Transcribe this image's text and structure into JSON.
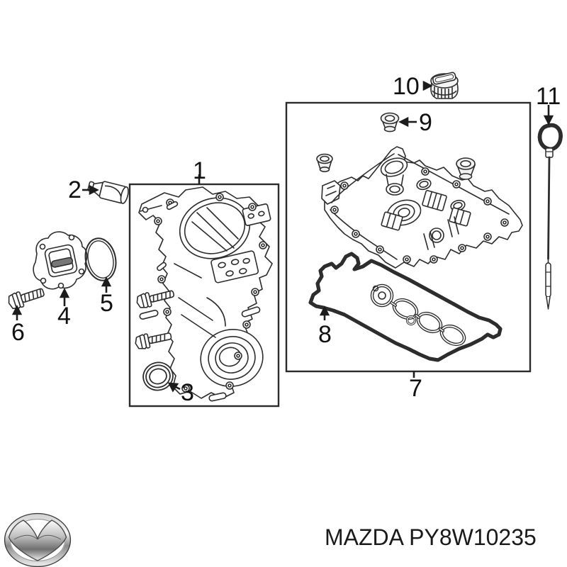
{
  "diagram": {
    "callouts": [
      {
        "num": "1"
      },
      {
        "num": "2"
      },
      {
        "num": "3"
      },
      {
        "num": "4"
      },
      {
        "num": "5"
      },
      {
        "num": "6"
      },
      {
        "num": "7"
      },
      {
        "num": "8"
      },
      {
        "num": "9"
      },
      {
        "num": "10"
      },
      {
        "num": "11"
      }
    ]
  },
  "footer": {
    "part_number_text": "MAZDA PY8W10235"
  },
  "colors": {
    "line": "#2d2d2d",
    "box_border": "#2b2b2b",
    "text": "#111111",
    "background": "#ffffff",
    "chrome_dark": "#6f6f6f",
    "chrome_light": "#f2f2f2"
  }
}
